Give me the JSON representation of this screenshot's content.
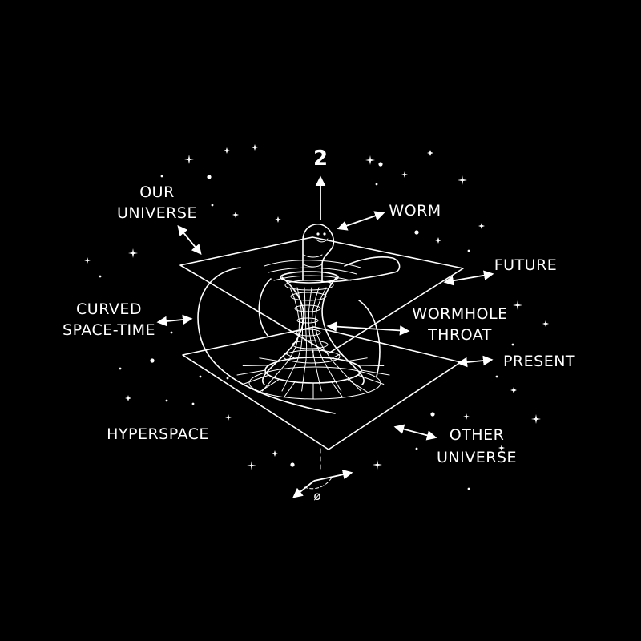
{
  "colors": {
    "background": "#000000",
    "ink": "#ffffff"
  },
  "labels": {
    "axis_number": "2",
    "worm": "WORM",
    "our_universe_line1": "OUR",
    "our_universe_line2": "UNIVERSE",
    "future": "FUTURE",
    "curved_line1": "CURVED",
    "curved_line2": "SPACE-TIME",
    "wormhole_line1": "WORMHOLE",
    "wormhole_line2": "THROAT",
    "present": "PRESENT",
    "hyperspace": "HYPERSPACE",
    "other_line1": "OTHER",
    "other_line2": "UNIVERSE",
    "angle_symbol": "ø"
  }
}
